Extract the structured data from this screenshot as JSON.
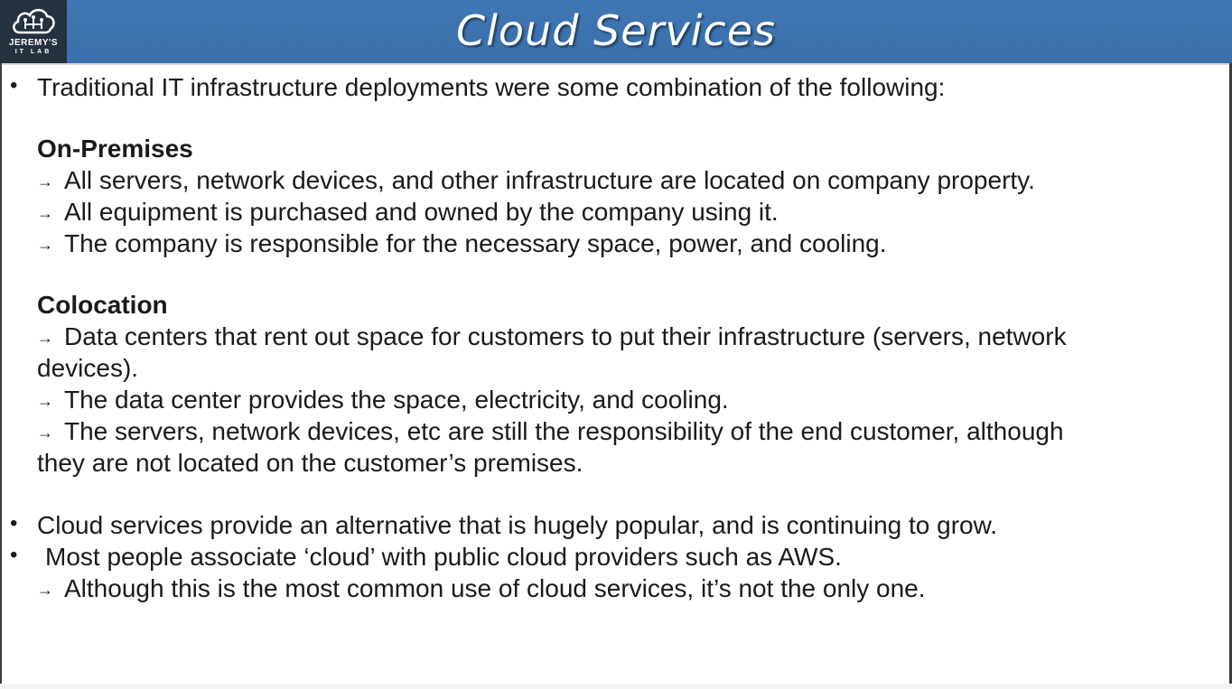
{
  "logo": {
    "name": "JEREMY'S",
    "sub": "IT LAB"
  },
  "slide": {
    "title": "Cloud Services",
    "intro": "Traditional IT infrastructure deployments were some combination of the following:",
    "onprem": {
      "heading": "On-Premises",
      "points": [
        "All servers, network devices, and other infrastructure are located on company property.",
        "All equipment is purchased and owned by the company using it.",
        "The company is responsible for the necessary space, power, and cooling."
      ]
    },
    "colocation": {
      "heading": "Colocation",
      "point1_line1": "Data centers that rent out space for customers to put their infrastructure (servers, network",
      "point1_line2": "devices).",
      "point2": "The data center provides the space, electricity, and cooling.",
      "point3_line1": "The servers, network devices, etc are still the responsibility of the end customer, although",
      "point3_line2": "they are not located on the customer’s premises."
    },
    "bullet2": "Cloud services provide an alternative that is hugely popular, and is continuing to grow.",
    "bullet3": "Most people associate ‘cloud’ with public cloud providers such as AWS.",
    "bullet3_sub": "Although this is the most common use of cloud services, it’s not the only one."
  },
  "symbols": {
    "bullet": "•",
    "arrow": "→"
  },
  "colors": {
    "header": "#3f77b4",
    "logo_bg": "#24313f",
    "text": "#1a1a1a"
  }
}
